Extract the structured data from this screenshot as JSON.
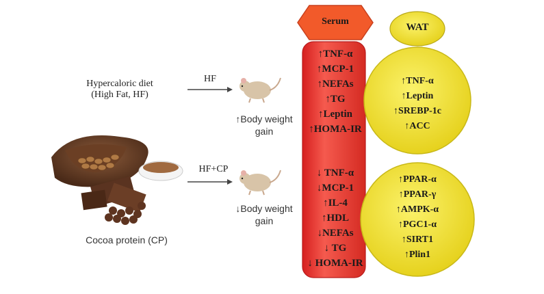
{
  "diet": {
    "line1": "Hypercaloric diet",
    "line2": "(High Fat, HF)"
  },
  "cocoa_label": "Cocoa protein (CP)",
  "arrows": {
    "hf": "HF",
    "hfcp": "HF+CP"
  },
  "mouse_hf": {
    "line1": "↑Body weight",
    "line2": "gain"
  },
  "mouse_cp": {
    "line1": "↓Body weight",
    "line2": "gain"
  },
  "serum": {
    "title": "Serum",
    "top": [
      "↑TNF-α",
      "↑MCP-1",
      "↑NEFAs",
      "↑TG",
      "↑Leptin",
      "↑HOMA-IR"
    ],
    "bottom": [
      "↓ TNF-α",
      "↓MCP-1",
      "↑IL-4",
      "↑HDL",
      "↓NEFAs",
      "↓ TG",
      "↓ HOMA-IR"
    ]
  },
  "wat": {
    "title": "WAT",
    "top": [
      "↑TNF-α",
      "↑Leptin",
      "↑SREBP-1c",
      "↑ACC"
    ],
    "bottom": [
      "↑PPAR-α",
      "↑PPAR-γ",
      "↑AMPK-α",
      "↑PGC1-α",
      "↑SIRT1",
      "↑Plin1"
    ]
  },
  "colors": {
    "serum_red": "#e8342c",
    "wat_yellow": "#f2e52a"
  }
}
